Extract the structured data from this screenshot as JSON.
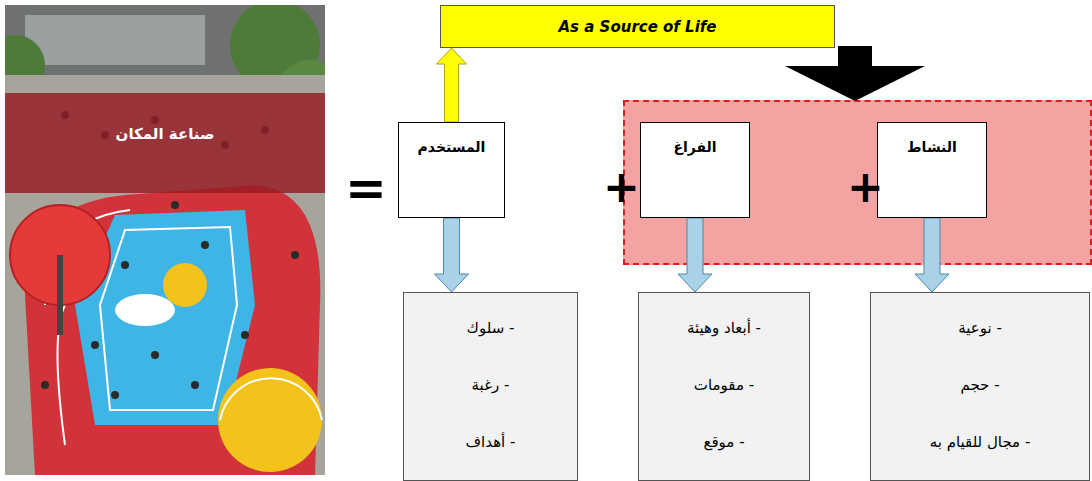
{
  "diagram": {
    "nodes": [
      {
        "text": [
          "صناعة المكان"
        ]
      },
      {
        "text": [
          "As a Source of Life"
        ]
      },
      {
        "text": [
          "المستخدم"
        ]
      },
      {
        "text": [
          "الفراغ"
        ]
      },
      {
        "text": [
          "النشاط"
        ]
      },
      {
        "text": [
          "- سلوك",
          "- رغبة",
          "- أهداف"
        ]
      },
      {
        "text": [
          "- أبعاد وهيئة",
          "- مقومات",
          "- موقع"
        ]
      },
      {
        "text": [
          "- نوعية",
          "- حجم",
          "- مجال للقيام به"
        ]
      }
    ],
    "edges": [
      {
        "from": 2,
        "to": 1,
        "arrow": "to"
      },
      {
        "from": 2,
        "to": 5,
        "arrow": "to"
      },
      {
        "from": 3,
        "to": 6,
        "arrow": "to"
      },
      {
        "from": 4,
        "to": 7,
        "arrow": "to"
      }
    ],
    "labels": [
      "=",
      "+",
      "+"
    ]
  }
}
